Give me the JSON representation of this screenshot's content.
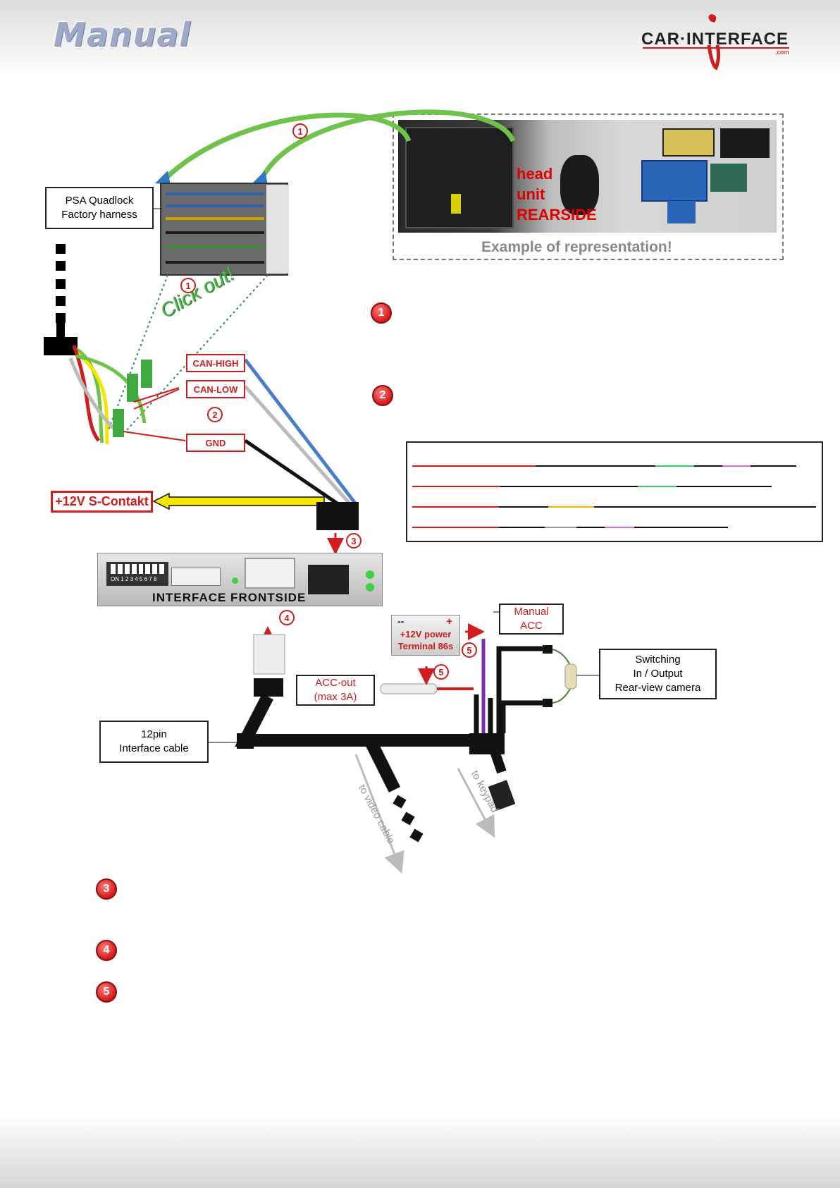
{
  "header": {
    "title": "Manual"
  },
  "logo": {
    "text": "CAR·INTERFACE",
    "suffix": ".com"
  },
  "head_unit": {
    "label_lines": [
      "head",
      "unit",
      "REARSIDE"
    ],
    "caption": "Example of representation!"
  },
  "quadlock_box": {
    "line1": "PSA Quadlock",
    "line2": "Factory harness"
  },
  "click_out": "Click out!",
  "can_labels": {
    "high": "CAN-HIGH",
    "low": "CAN-LOW",
    "gnd": "GND"
  },
  "s_contakt": "+12V S-Contakt",
  "interface": {
    "label": "INTERFACE  FRONTSIDE",
    "dip_on": "ON",
    "dip_numbers": "1 2 3 4 5 6 7 8"
  },
  "manual_acc": {
    "line1": "Manual",
    "line2": "ACC"
  },
  "battery": {
    "minus": "--",
    "plus": "+",
    "line1": "+12V power",
    "line2": "Terminal 86s"
  },
  "acc_out": {
    "line1": "ACC-out",
    "line2": "(max 3A)"
  },
  "switching": {
    "line1": "Switching",
    "line2": "In / Output",
    "line3": "Rear-view camera"
  },
  "cable12": {
    "line1": "12pin",
    "line2": "Interface cable"
  },
  "routes": {
    "video": "to video cable",
    "keypad": "to keypad"
  },
  "badges": {
    "one": "1",
    "two": "2",
    "three": "3",
    "four": "4",
    "five": "5"
  },
  "colors": {
    "accent_red": "#d01c1c",
    "wire_green": "#6fc24a",
    "wire_blue": "#4a7fc8",
    "wire_yellow": "#f5e600",
    "wire_purple": "#7a2fb4"
  }
}
